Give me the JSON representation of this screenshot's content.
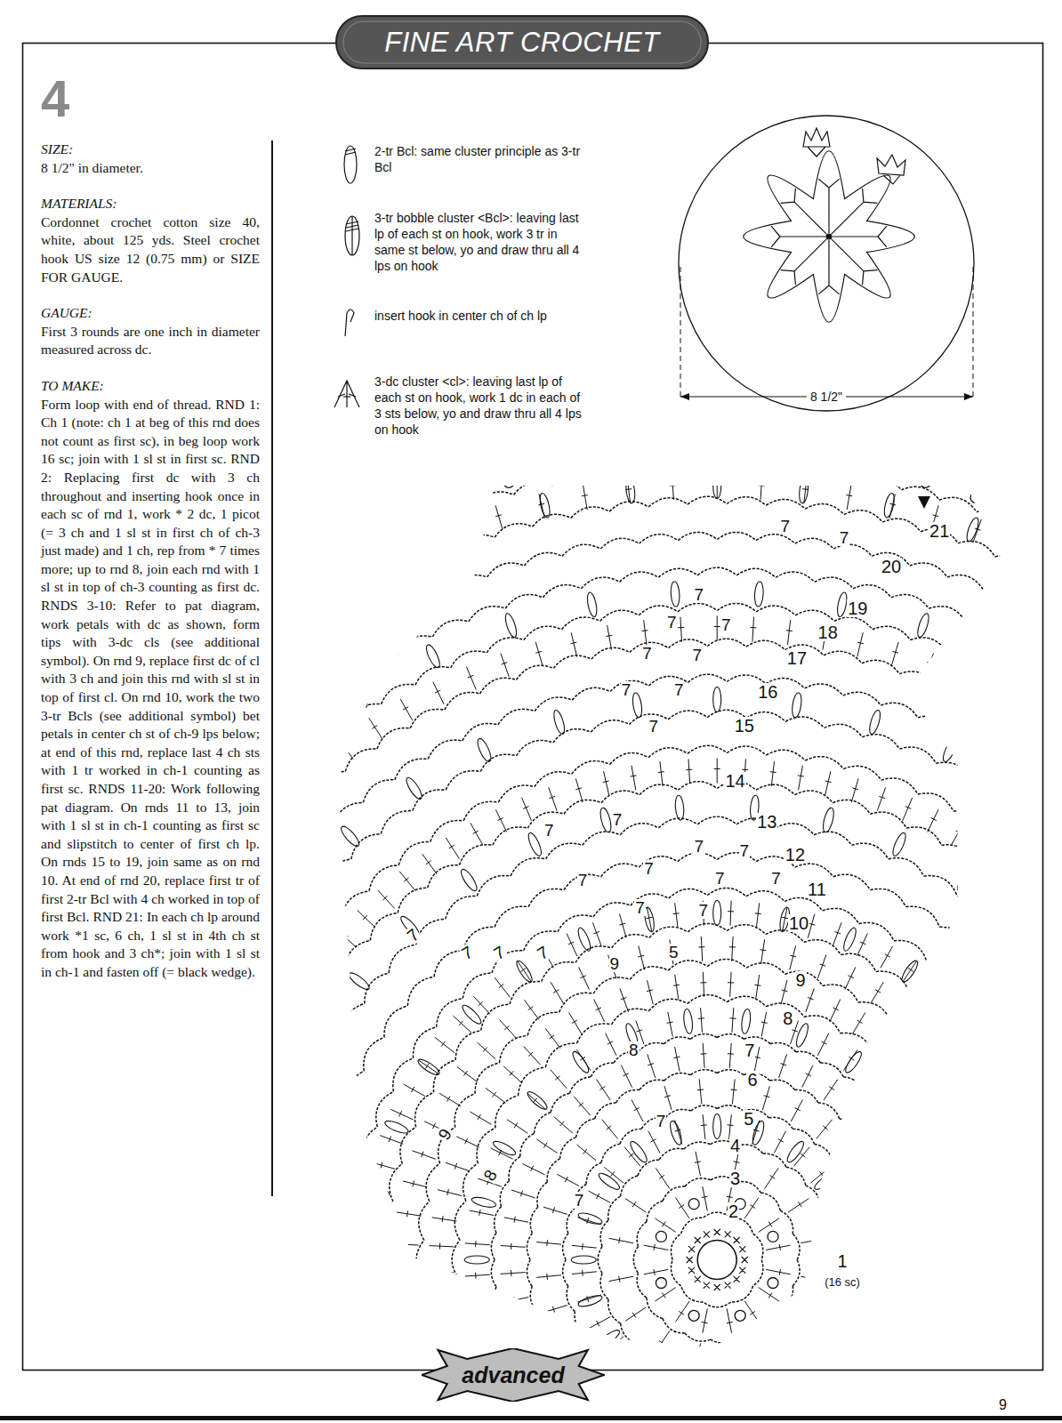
{
  "diagram": {
    "title": "FINE ART CROCHET",
    "nodes": [
      {
        "text": [
          "advanced"
        ]
      }
    ],
    "labels": [
      "4",
      "SIZE:",
      "8 1/2\" in diameter.",
      "MATERIALS:",
      "Cordonnet crochet cotton size 40, white, about 125 yds. Steel crochet hook US size 12 (0.75 mm) or SIZE FOR GAUGE.",
      "GAUGE:",
      "First 3 rounds are one inch in diameter measured across dc.",
      "TO MAKE:",
      "Form loop with end of thread. RND 1: Ch 1 (note: ch 1 at beg of this rnd does not count as first sc), in beg loop work 16 sc; join with 1 sl st in first sc. RND 2: Replacing first dc with 3 ch throughout and inserting hook once in each sc of rnd 1, work * 2 dc, 1 picot (= 3 ch and 1 sl st in first ch of ch-3 just made) and 1 ch, rep from * 7 times more; up to rnd 8, join each rnd with 1 sl st in top of ch-3 counting as first dc. RNDS 3-10: Refer to pat diagram, work petals with dc as shown, form tips with 3-dc cls (see additional symbol). On rnd 9, replace first dc of cl with 3 ch and join this rnd with sl st in top of first cl. On rnd 10, work the two 3-tr Bcls (see additional symbol) bet petals in center ch st of ch-9 lps below; at end of this rnd, replace last 4 ch sts with 1 tr worked in ch-1 counting as first sc. RNDS 11-20: Work following pat diagram. On rnds 11 to 13, join with 1 sl st in ch-1 counting as first sc and slipstitch to center of first ch lp. On rnds 15 to 19, join same as on rnd 10. At end of rnd 20, replace first tr of first 2-tr Bcl with 4 ch worked in top of first Bcl. RND 21: In each ch lp around work *1 sc, 6 ch, 1 sl st in 4th ch st from hook and 3 ch*; join with 1 sl st in ch-1 and fasten off (= black wedge).",
      "8 1/2\"",
      "9",
      "1",
      "(16 sc)",
      "2",
      "3",
      "4",
      "5",
      "6",
      "7",
      "8",
      "9",
      "10",
      "11",
      "12",
      "13",
      "14",
      "15",
      "16",
      "17",
      "18",
      "19",
      "20",
      "21",
      "7",
      "7",
      "7",
      "7",
      "7",
      "7",
      "7",
      "7",
      "7",
      "7",
      "7",
      "7",
      "7",
      "7",
      "7",
      "7",
      "7",
      "7",
      "7",
      "7",
      "7",
      "7",
      "7",
      "7",
      "7",
      "7",
      "9",
      "5",
      "8",
      "9",
      "8"
    ],
    "legend": [
      {
        "text": "2-tr Bcl: same cluster principle as 3-tr Bcl"
      },
      {
        "text": "3-tr bobble cluster <Bcl>: leaving last lp of each st on hook, work 3 tr in same st below, yo and draw thru all 4 lps on hook"
      },
      {
        "text": "insert hook in center ch of ch lp"
      },
      {
        "text": "3-dc cluster <cl>: leaving last lp of each st on hook, work 1 dc in each of 3 sts below, yo and draw thru all 4 lps on hook"
      }
    ]
  }
}
